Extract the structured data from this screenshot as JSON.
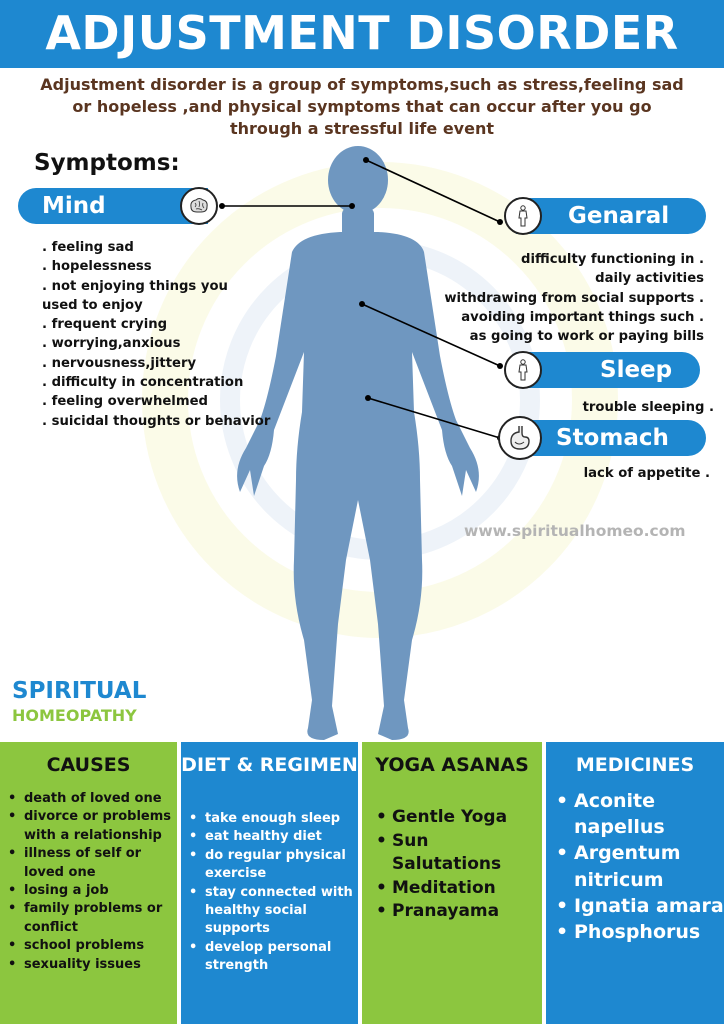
{
  "header": {
    "title": "ADJUSTMENT DISORDER"
  },
  "intro": "Adjustment disorder is a group of symptoms,such as stress,feeling sad or hopeless ,and physical symptoms that can occur after you go through a stressful life event",
  "symptoms": {
    "title": "Symptoms:",
    "mind": {
      "label": "Mind",
      "icon": "brain-icon",
      "items": [
        ". feeling sad",
        ". hopelessness",
        ". not enjoying things you",
        "used to enjoy",
        ". frequent crying",
        ". worrying,anxious",
        ". nervousness,jittery",
        ". difficulty in concentration",
        ". feeling overwhelmed",
        ". suicidal thoughts or behavior"
      ]
    },
    "general": {
      "label": "Genaral",
      "icon": "body-icon",
      "items": [
        "difficulty functioning in  .",
        "daily activities",
        "withdrawing from social supports .",
        "avoiding important things such  .",
        "as going to work or paying bills"
      ]
    },
    "sleep": {
      "label": "Sleep",
      "icon": "body-icon",
      "items": [
        "trouble sleeping ."
      ]
    },
    "stomach": {
      "label": "Stomach",
      "icon": "stomach-icon",
      "items": [
        "lack of appetite ."
      ]
    }
  },
  "website": "www.spiritualhomeo.com",
  "brand": {
    "line1": "SPIRITUAL",
    "line2": "HOMEOPATHY"
  },
  "colors": {
    "blue": "#1e88d0",
    "green": "#8cc63f",
    "body": "#6f97c0",
    "intro_text": "#5a3520"
  },
  "columns": {
    "causes": {
      "title": "CAUSES",
      "items": [
        "death of loved one",
        "divorce or problems with a relationship",
        "illness of self or loved one",
        "losing a job",
        "family problems or conflict",
        "school problems",
        "sexuality issues"
      ]
    },
    "diet": {
      "title": "DIET & REGIMEN",
      "items": [
        "take enough sleep",
        "eat healthy diet",
        "do regular physical exercise",
        "stay connected with healthy social supports",
        "develop personal strength"
      ]
    },
    "yoga": {
      "title": "YOGA ASANAS",
      "items": [
        "Gentle Yoga",
        "Sun Salutations",
        "Meditation",
        "Pranayama"
      ]
    },
    "medicines": {
      "title": "MEDICINES",
      "items": [
        "Aconite napellus",
        "Argentum nitricum",
        "Ignatia amara",
        "Phosphorus"
      ]
    }
  }
}
